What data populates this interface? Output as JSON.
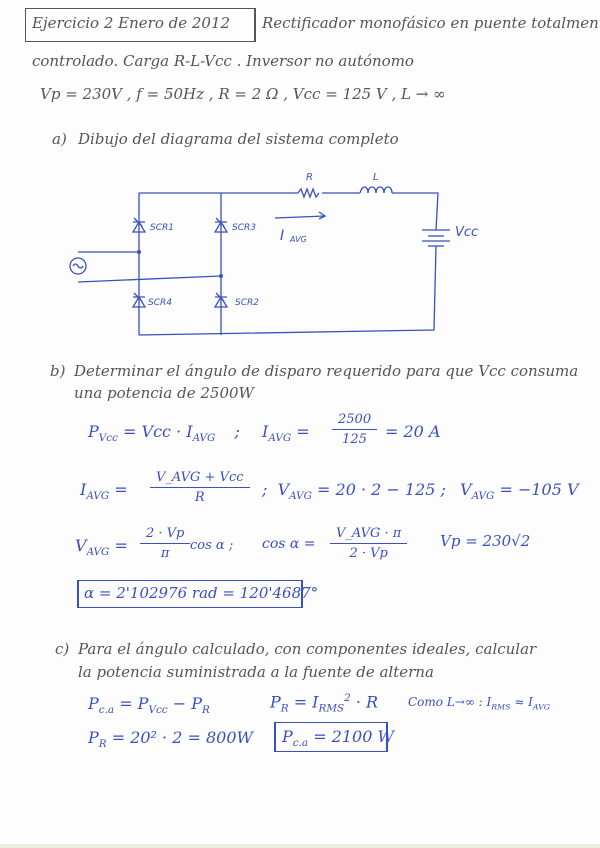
{
  "header": {
    "exercise_label": "Ejercicio 2  Enero  de  2012",
    "title_line1": "Rectificador monofásico en puente totalmente",
    "title_line2": "controlado. Carga R-L-Vcc . Inversor no autónomo",
    "given": "Vp = 230V ,  f = 50Hz ,  R = 2 Ω ,  Vcc = 125 V ,  L → ∞"
  },
  "part_a": {
    "label": "a)",
    "text": "Dibujo del diagrama del sistema completo",
    "diagram": {
      "resistor_label": "R",
      "inductor_label": "L",
      "source_label": "Vcc",
      "current_label": "I",
      "current_sub": "AVG",
      "thyristors": [
        "SCR1",
        "SCR3",
        "SCR4",
        "SCR2"
      ],
      "ac_source_symbol": "~"
    }
  },
  "part_b": {
    "label": "b)",
    "text_line1": "Determinar el ángulo de disparo requerido para que Vcc consuma",
    "text_line2": "una potencia de 2500W",
    "eq1_lhs": "P",
    "eq1_lhs_sub": "Vcc",
    "eq1_rhs": "= Vcc · I",
    "eq1_rhs_sub": "AVG",
    "eq1_sep": ";",
    "eq2_lhs": "I",
    "eq2_lhs_sub": "AVG",
    "eq2_num": "2500",
    "eq2_den": "125",
    "eq2_result": "= 20 A",
    "eq3_lhs": "I",
    "eq3_lhs_sub": "AVG",
    "eq3_num": "V_AVG + Vcc",
    "eq3_den": "R",
    "eq4": "V",
    "eq4_sub": "AVG",
    "eq4_rhs": "= 20 · 2 − 125 ;",
    "eq5": "V",
    "eq5_sub": "AVG",
    "eq5_rhs": "= −105 V",
    "eq6_lhs": "V",
    "eq6_lhs_sub": "AVG",
    "eq6_num": "2 · Vp",
    "eq6_den": "π",
    "eq6_tail": "cos α ;",
    "eq7_lhs": "cos α =",
    "eq7_num": "V_AVG · π",
    "eq7_den": "2 · Vp",
    "eq8": "Vp = 230√2",
    "result": "α = 2'102976 rad = 120'4687°"
  },
  "part_c": {
    "label": "c)",
    "text_line1": "Para el ángulo calculado, con componentes ideales, calcular",
    "text_line2": "la potencia suministrada a la fuente de alterna",
    "eq1": "P",
    "eq1_sub": "c.a",
    "eq1_rhs": "= P",
    "eq1_rhs_sub": "Vcc",
    "eq1_rhs2": "− P",
    "eq1_rhs2_sub": "R",
    "eq2": "P",
    "eq2_sub": "R",
    "eq2_rhs": "= I",
    "eq2_rhs_sub": "RMS",
    "eq2_rhs_sup": "2",
    "eq2_rhs_tail": "· R",
    "eq3": "Como L→∞ : I",
    "eq3_sub": "RMS",
    "eq3_tail": "≈ I",
    "eq3_tail_sub": "AVG",
    "eq4": "P",
    "eq4_sub": "R",
    "eq4_rhs": "= 20² · 2 = 800W",
    "result": "P",
    "result_sub": "c.a",
    "result_rhs": "= 2100 W"
  },
  "colors": {
    "pencil": "#555555",
    "pen_blue": "#3a4fc0",
    "paper": "#fdfdfd"
  }
}
